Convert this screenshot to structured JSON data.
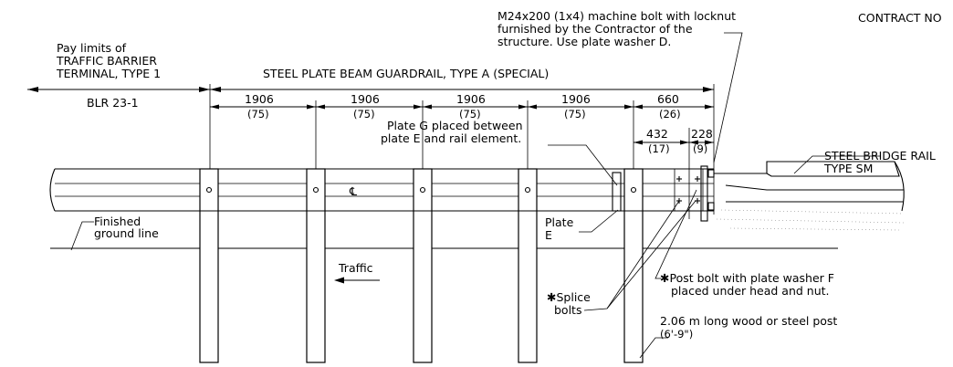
{
  "labels": {
    "contract": "CONTRACT NO",
    "bolt_note_1": "M24x200 (1x4)  machine bolt with locknut",
    "bolt_note_2": "furnished by the Contractor of the",
    "bolt_note_3": "structure.  Use plate washer D.",
    "pay_1": "Pay limits of",
    "pay_2": "TRAFFIC BARRIER",
    "pay_3": "TERMINAL, TYPE 1",
    "guardrail_title": "STEEL PLATE BEAM GUARDRAIL, TYPE A (SPECIAL)",
    "blr": "BLR 23-1",
    "plate_g_1": "Plate G placed between",
    "plate_g_2": "plate E and rail element.",
    "bridge_rail_1": "STEEL BRIDGE RAIL",
    "bridge_rail_2": "TYPE SM",
    "centerline": "℄",
    "ground_1": "Finished",
    "ground_2": "ground line",
    "plate_e_1": "Plate",
    "plate_e_2": "E",
    "traffic": "Traffic",
    "post_bolt_1": "✱Post bolt with plate washer F",
    "post_bolt_2": "placed under head and nut.",
    "splice_1": "✱Splice",
    "splice_2": "bolts",
    "post_length_1": "2.06 m long wood or steel post",
    "post_length_2": "(6'-9\")"
  },
  "dimensions": [
    {
      "value": "1906",
      "imperial": "(75)"
    },
    {
      "value": "1906",
      "imperial": "(75)"
    },
    {
      "value": "1906",
      "imperial": "(75)"
    },
    {
      "value": "1906",
      "imperial": "(75)"
    },
    {
      "value": "660",
      "imperial": "(26)"
    }
  ],
  "sub_dimensions": [
    {
      "value": "432",
      "imperial": "(17)"
    },
    {
      "value": "228",
      "imperial": "(9)"
    }
  ]
}
